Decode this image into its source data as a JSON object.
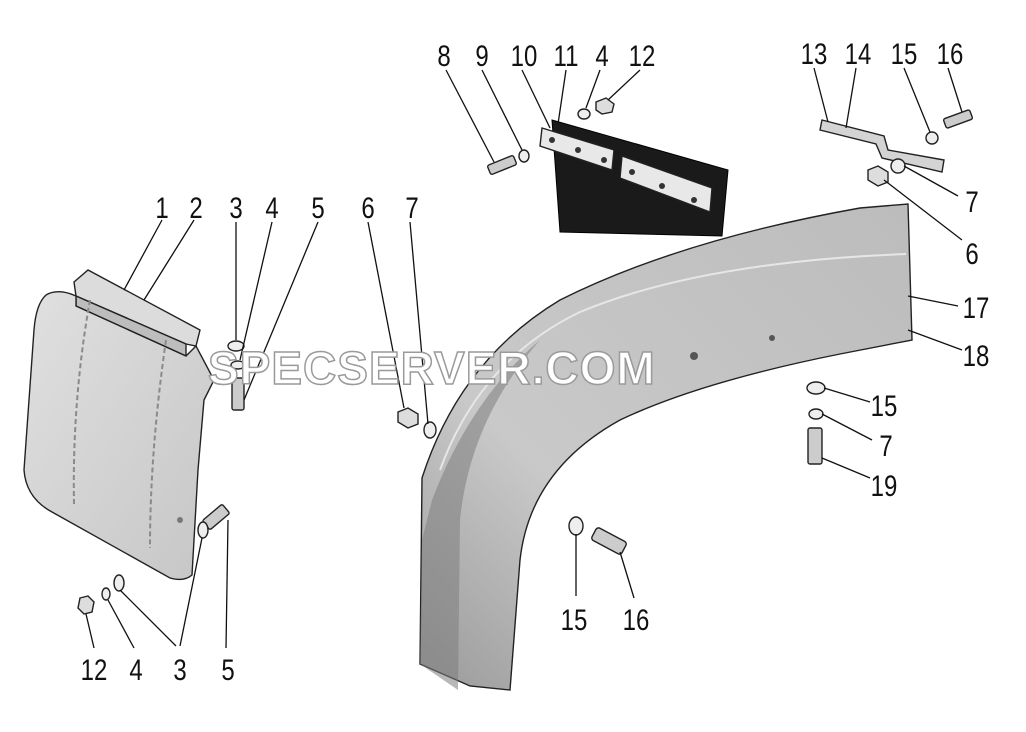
{
  "watermark": "SPECSERVER.COM",
  "callouts": [
    "1",
    "2",
    "3",
    "4",
    "5",
    "6",
    "7",
    "8",
    "9",
    "10",
    "11",
    "4",
    "12",
    "13",
    "14",
    "15",
    "16",
    "7",
    "6",
    "17",
    "18",
    "15",
    "7",
    "19",
    "15",
    "16",
    "12",
    "4",
    "3",
    "5"
  ]
}
